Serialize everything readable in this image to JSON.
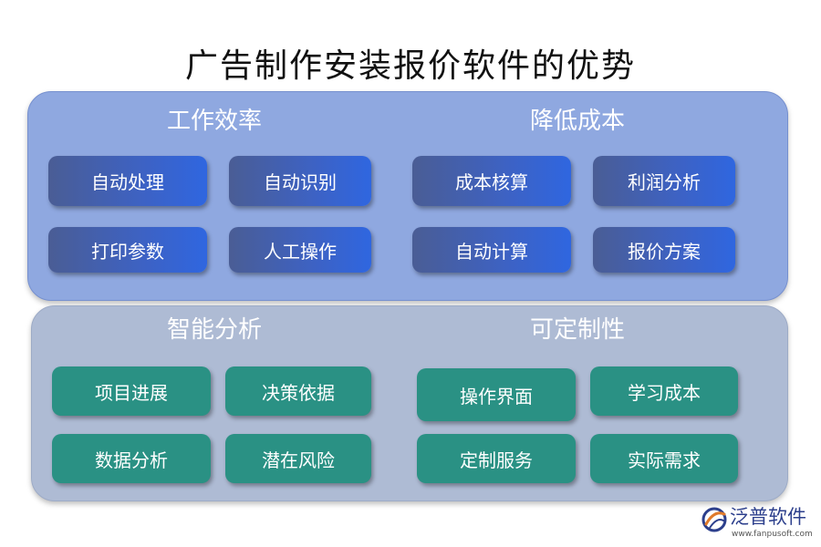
{
  "title": "广告制作安装报价软件的优势",
  "groups": [
    {
      "title": "工作效率",
      "items": [
        "自动处理",
        "自动识别",
        "打印参数",
        "人工操作"
      ]
    },
    {
      "title": "降低成本",
      "items": [
        "成本核算",
        "利润分析",
        "自动计算",
        "报价方案"
      ]
    },
    {
      "title": "智能分析",
      "items": [
        "项目进展",
        "决策依据",
        "数据分析",
        "潜在风险"
      ]
    },
    {
      "title": "可定制性",
      "items": [
        "操作界面",
        "学习成本",
        "定制服务",
        "实际需求"
      ]
    }
  ],
  "colors": {
    "top_panel": "#8fa8e0",
    "bottom_panel": "#aebbd4",
    "blue_box": "#3d62c4",
    "teal_box": "#2a9184"
  },
  "logo": {
    "name": "泛普软件",
    "url": "www.fanpusoft.com",
    "icon": "fanpu-logo-icon"
  }
}
